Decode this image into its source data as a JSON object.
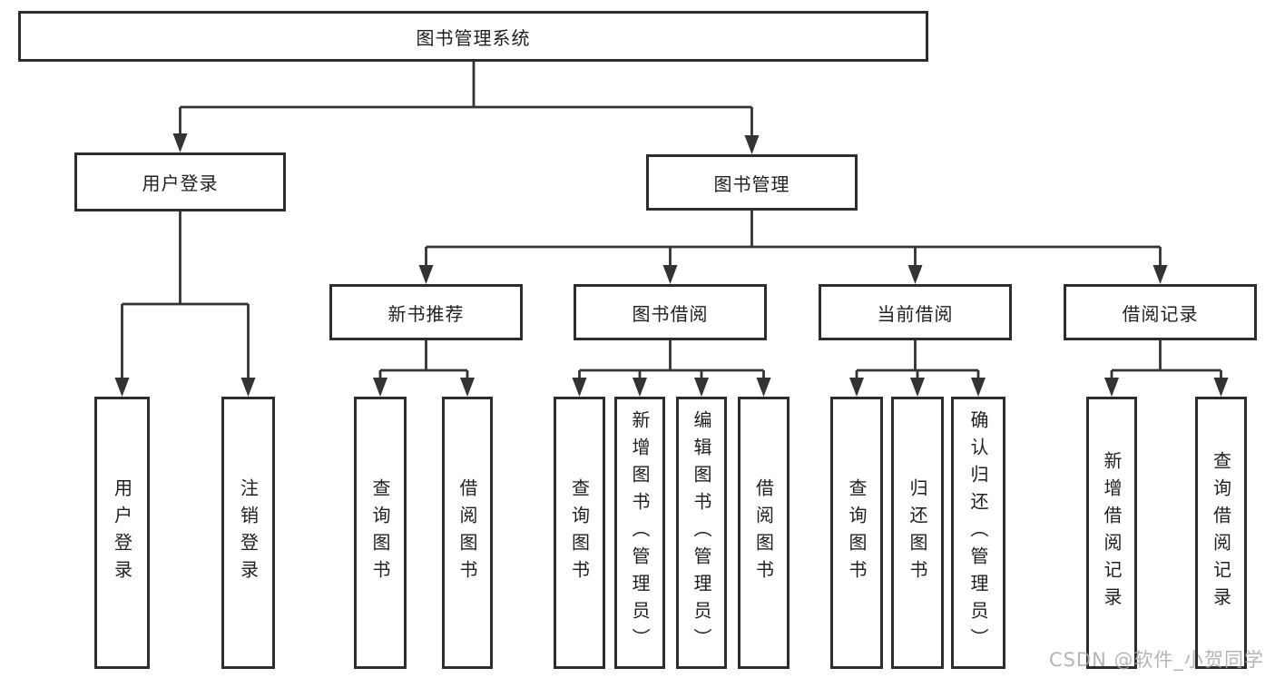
{
  "tree": {
    "label": "图书管理系统",
    "children": [
      {
        "label": "用户登录",
        "children": [
          {
            "label": "用户登录"
          },
          {
            "label": "注销登录"
          }
        ]
      },
      {
        "label": "图书管理",
        "children": [
          {
            "label": "新书推荐",
            "children": [
              {
                "label": "查询图书"
              },
              {
                "label": "借阅图书"
              }
            ]
          },
          {
            "label": "图书借阅",
            "children": [
              {
                "label": "查询图书"
              },
              {
                "label": "新增图书（管理员）"
              },
              {
                "label": "编辑图书（管理员）"
              },
              {
                "label": "借阅图书"
              }
            ]
          },
          {
            "label": "当前借阅",
            "children": [
              {
                "label": "查询图书"
              },
              {
                "label": "归还图书"
              },
              {
                "label": "确认归还（管理员）"
              }
            ]
          },
          {
            "label": "借阅记录",
            "children": [
              {
                "label": "新增借阅记录"
              },
              {
                "label": "查询借阅记录"
              }
            ]
          }
        ]
      }
    ]
  },
  "watermark": "CSDN @软件_小贺同学",
  "colors": {
    "line": "#333333",
    "border": "#2d2d2d",
    "text": "#1f1f1f",
    "watermark": "#a9a9a9",
    "background": "#ffffff"
  }
}
